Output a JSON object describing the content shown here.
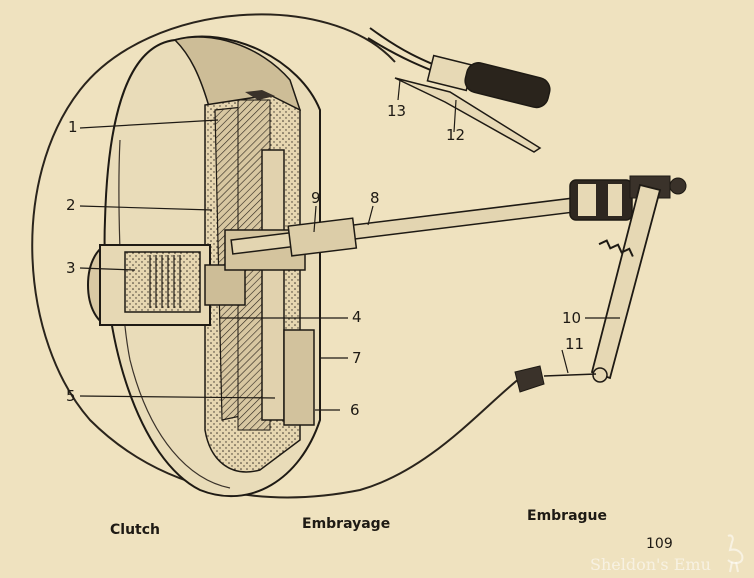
{
  "diagram": {
    "part_numbers": {
      "n1": "1",
      "n2": "2",
      "n3": "3",
      "n4": "4",
      "n5": "5",
      "n6": "6",
      "n7": "7",
      "n8": "8",
      "n9": "9",
      "n10": "10",
      "n11": "11",
      "n12": "12",
      "n13": "13"
    },
    "captions": {
      "english": "Clutch",
      "french": "Embrayage",
      "spanish": "Embrague"
    },
    "page_number": "109"
  },
  "watermark": {
    "text": "Sheldon's Emu",
    "icon": "emu-bird-icon"
  },
  "colors": {
    "paper": "#efe2bf",
    "ink": "#1e1a14",
    "shadow": "#3a322a",
    "casting": "#c9b995"
  }
}
